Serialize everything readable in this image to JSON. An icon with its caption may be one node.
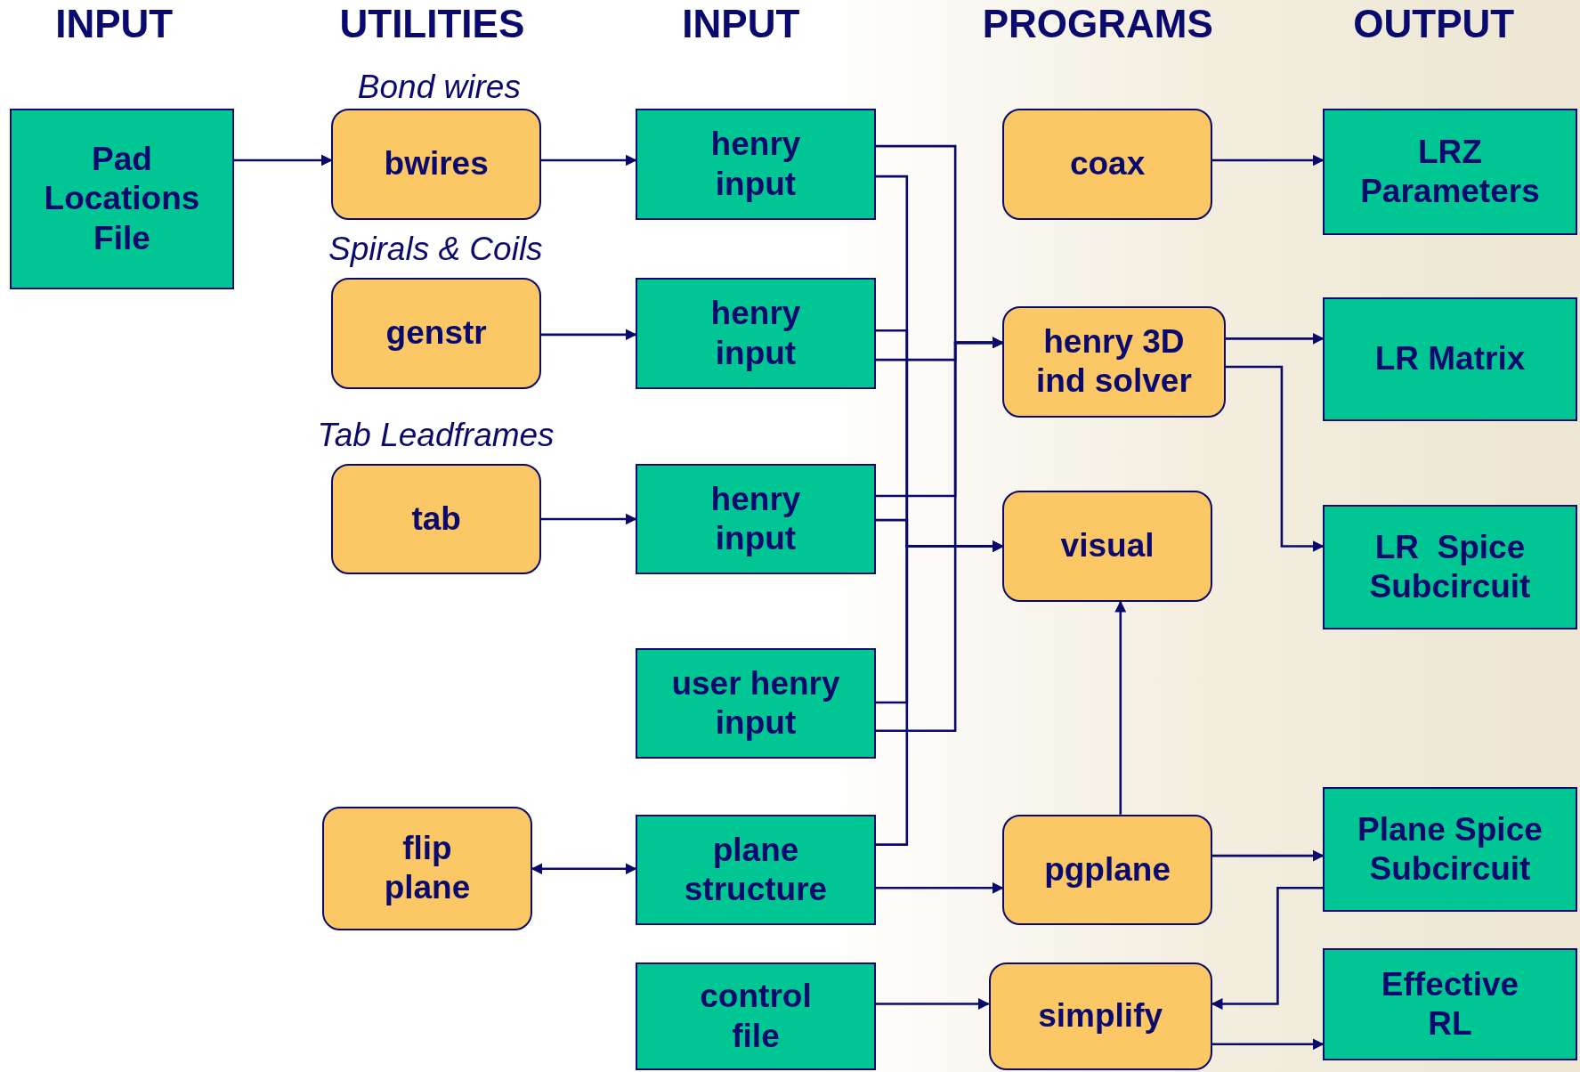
{
  "diagram": {
    "nodes": [
      {
        "text": [
          "Pad Locations File"
        ]
      },
      {
        "text": [
          "bwires"
        ],
        "beside": [
          "Bond wires"
        ]
      },
      {
        "text": [
          "henry input"
        ]
      },
      {
        "text": [
          "coax"
        ]
      },
      {
        "text": [
          "LRZ Parameters"
        ]
      },
      {
        "text": [
          "genstr"
        ],
        "beside": [
          "Spirals & Coils"
        ]
      },
      {
        "text": [
          "henry input"
        ]
      },
      {
        "text": [
          "henry 3D ind solver"
        ]
      },
      {
        "text": [
          "LR Matrix"
        ]
      },
      {
        "text": [
          "tab"
        ],
        "beside": [
          "Tab Leadframes"
        ]
      },
      {
        "text": [
          "henry input"
        ]
      },
      {
        "text": [
          "visual"
        ]
      },
      {
        "text": [
          "LR  Spice Subcircuit"
        ]
      },
      {
        "text": [
          "user henry input"
        ]
      },
      {
        "text": [
          "flip plane"
        ]
      },
      {
        "text": [
          "plane structure"
        ]
      },
      {
        "text": [
          "pgplane"
        ]
      },
      {
        "text": [
          "Plane Spice Subcircuit"
        ]
      },
      {
        "text": [
          "control file"
        ]
      },
      {
        "text": [
          "simplify"
        ]
      },
      {
        "text": [
          "Effective RL"
        ]
      }
    ],
    "edges": [
      {
        "from": 0,
        "to": 1,
        "arrow": "to"
      },
      {
        "from": 1,
        "to": 2,
        "arrow": "to"
      },
      {
        "from": 5,
        "to": 6,
        "arrow": "to"
      },
      {
        "from": 9,
        "to": 10,
        "arrow": "to"
      },
      {
        "from": 14,
        "to": 15,
        "arrow": "both"
      },
      {
        "from": 3,
        "to": 4,
        "arrow": "to"
      },
      {
        "from": 7,
        "to": 8,
        "arrow": "to"
      },
      {
        "from": 7,
        "to": 12,
        "arrow": "to"
      },
      {
        "from": 2,
        "to": 7,
        "arrow": "to"
      },
      {
        "from": 6,
        "to": 7,
        "arrow": "to"
      },
      {
        "from": 10,
        "to": 7,
        "arrow": "to"
      },
      {
        "from": 13,
        "to": 7,
        "arrow": "to"
      },
      {
        "from": 2,
        "to": 11,
        "arrow": "to"
      },
      {
        "from": 6,
        "to": 11,
        "arrow": "to"
      },
      {
        "from": 10,
        "to": 11,
        "arrow": "to"
      },
      {
        "from": 13,
        "to": 11,
        "arrow": "to"
      },
      {
        "from": 15,
        "to": 11,
        "arrow": "to"
      },
      {
        "from": 15,
        "to": 16,
        "arrow": "to"
      },
      {
        "from": 16,
        "to": 11,
        "arrow": "to"
      },
      {
        "from": 16,
        "to": 17,
        "arrow": "to"
      },
      {
        "from": 17,
        "to": 19,
        "arrow": "to"
      },
      {
        "from": 18,
        "to": 19,
        "arrow": "to"
      },
      {
        "from": 19,
        "to": 20,
        "arrow": "to"
      }
    ],
    "labels": [
      "INPUT",
      "UTILITIES",
      "INPUT",
      "PROGRAMS",
      "OUTPUT"
    ]
  }
}
